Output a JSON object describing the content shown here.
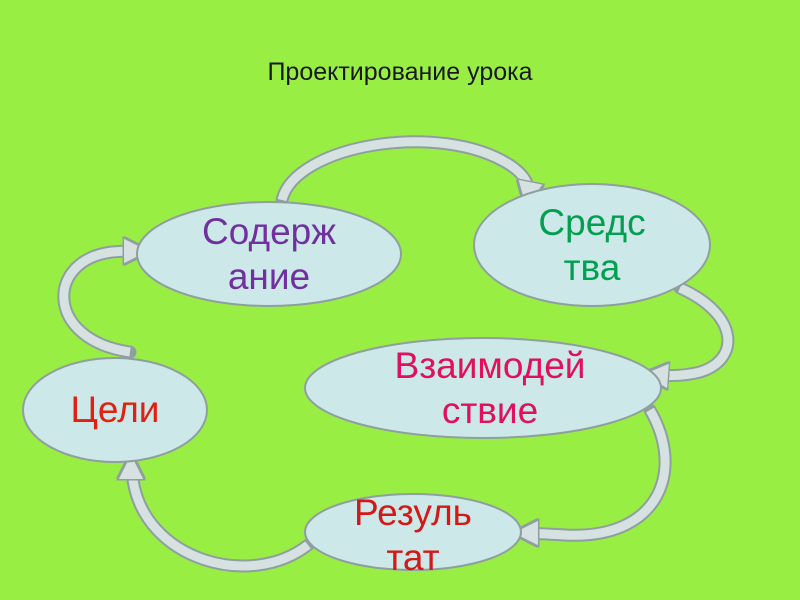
{
  "title": "Проектирование урока",
  "colors": {
    "background": "#99ee44",
    "node_fill": "#cde8e8",
    "node_stroke": "#8f9f9f",
    "arrow": "#d6e2e2"
  },
  "nodes": {
    "soderzhanie": {
      "lines": [
        "Содерж",
        "ание"
      ],
      "color": "#7030a0"
    },
    "sredstva": {
      "lines": [
        "Средс",
        "тва"
      ],
      "color": "#00a050"
    },
    "vzaimodeistvie": {
      "lines": [
        "Взаимодей",
        "ствие"
      ],
      "color": "#e0105a"
    },
    "tseli": {
      "lines": [
        "Цели"
      ],
      "color": "#e02010"
    },
    "rezultat": {
      "lines": [
        "Резуль",
        "тат"
      ],
      "color": "#d41818"
    }
  }
}
